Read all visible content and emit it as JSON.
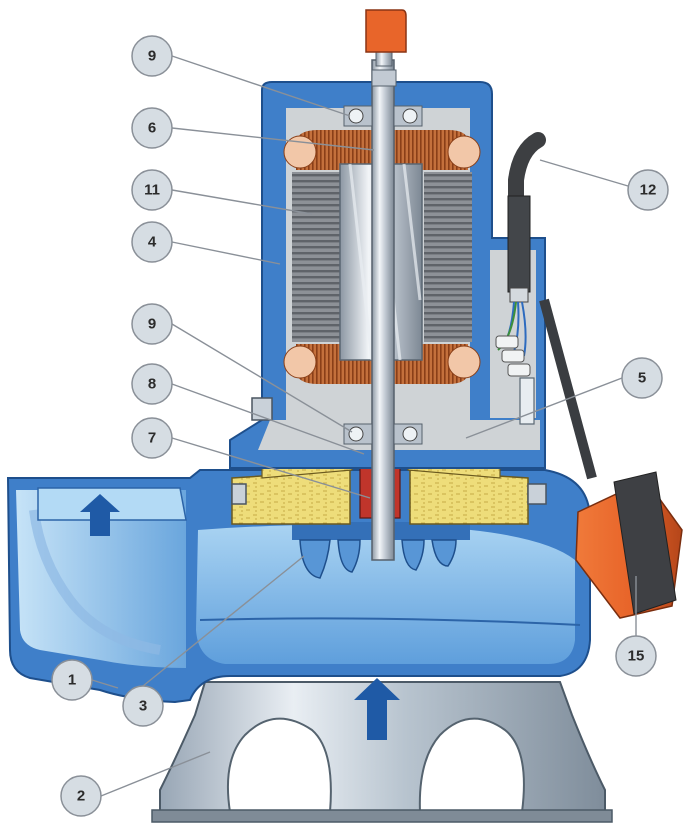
{
  "callouts": [
    {
      "id": "c9top",
      "label": "9"
    },
    {
      "id": "c6",
      "label": "6"
    },
    {
      "id": "c11",
      "label": "11"
    },
    {
      "id": "c4",
      "label": "4"
    },
    {
      "id": "c9mid",
      "label": "9"
    },
    {
      "id": "c8",
      "label": "8"
    },
    {
      "id": "c7",
      "label": "7"
    },
    {
      "id": "c12",
      "label": "12"
    },
    {
      "id": "c5",
      "label": "5"
    },
    {
      "id": "c15",
      "label": "15"
    },
    {
      "id": "c1",
      "label": "1"
    },
    {
      "id": "c3",
      "label": "3"
    },
    {
      "id": "c2",
      "label": "2"
    }
  ],
  "colors": {
    "casing": "#3f7fc9",
    "casing_light": "#9cc8ee",
    "inner": "#cfd3d6",
    "winding": "#b5602e",
    "steel": "#b9c2cc",
    "orange": "#e8652a",
    "impeller_fill": "#e9d56e",
    "arrow": "#1f5aa6"
  },
  "icons": {
    "flow_arrow_left": "up-arrow-icon",
    "flow_arrow_inlet": "up-arrow-icon"
  }
}
